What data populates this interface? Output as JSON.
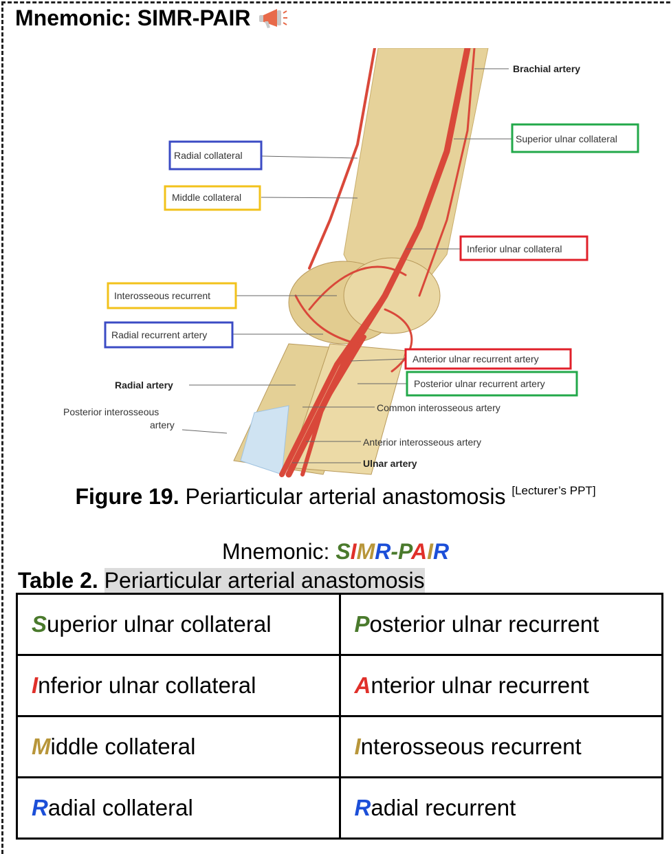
{
  "header": {
    "title": "Mnemonic: SIMR-PAIR",
    "icon": "megaphone-icon"
  },
  "figure": {
    "labels": {
      "brachial": "Brachial artery",
      "sup_ulnar_col": "Superior ulnar collateral",
      "radial_col": "Radial collateral",
      "middle_col": "Middle collateral",
      "inf_ulnar_col": "Inferior ulnar collateral",
      "interosseous_rec": "Interosseous recurrent",
      "radial_rec": "Radial recurrent artery",
      "ant_ulnar_rec": "Anterior ulnar recurrent artery",
      "post_ulnar_rec": "Posterior ulnar recurrent artery",
      "radial": "Radial artery",
      "common_interosseous": "Common interosseous artery",
      "post_interosseous_1": "Posterior interosseous",
      "post_interosseous_2": "artery",
      "ant_interosseous": "Anterior interosseous artery",
      "ulnar": "Ulnar artery"
    },
    "box_colors": {
      "blue": "#3b4bc4",
      "green": "#22a84a",
      "yellow": "#f2c21b",
      "red": "#e0202a"
    }
  },
  "caption": {
    "label": "Figure 19.",
    "text": "Periarticular arterial anastomosis",
    "source": "[Lecturer’s PPT]"
  },
  "mnemonic": {
    "prefix": "Mnemonic:",
    "letters": [
      {
        "ch": "S",
        "color": "#4a7a2c"
      },
      {
        "ch": "I",
        "color": "#e0302a"
      },
      {
        "ch": "M",
        "color": "#b8963a"
      },
      {
        "ch": "R",
        "color": "#1c4fd8"
      },
      {
        "ch": "-",
        "color": "#4a7a2c"
      },
      {
        "ch": "P",
        "color": "#4a7a2c"
      },
      {
        "ch": "A",
        "color": "#e0302a"
      },
      {
        "ch": "I",
        "color": "#b8963a"
      },
      {
        "ch": "R",
        "color": "#1c4fd8"
      }
    ]
  },
  "table": {
    "label": "Table 2.",
    "title": "Periarticular arterial anastomosis",
    "rows": [
      [
        {
          "initial": "S",
          "rest": "uperior ulnar collateral",
          "color": "#4a7a2c"
        },
        {
          "initial": "P",
          "rest": "osterior ulnar recurrent",
          "color": "#4a7a2c"
        }
      ],
      [
        {
          "initial": "I",
          "rest": "nferior ulnar collateral",
          "color": "#e0302a"
        },
        {
          "initial": "A",
          "rest": "nterior ulnar recurrent",
          "color": "#e0302a"
        }
      ],
      [
        {
          "initial": "M",
          "rest": "iddle collateral",
          "color": "#b8963a"
        },
        {
          "initial": "I",
          "rest": "nterosseous recurrent",
          "color": "#b8963a"
        }
      ],
      [
        {
          "initial": "R",
          "rest": "adial collateral",
          "color": "#1c4fd8"
        },
        {
          "initial": "R",
          "rest": "adial recurrent",
          "color": "#1c4fd8"
        }
      ]
    ]
  }
}
